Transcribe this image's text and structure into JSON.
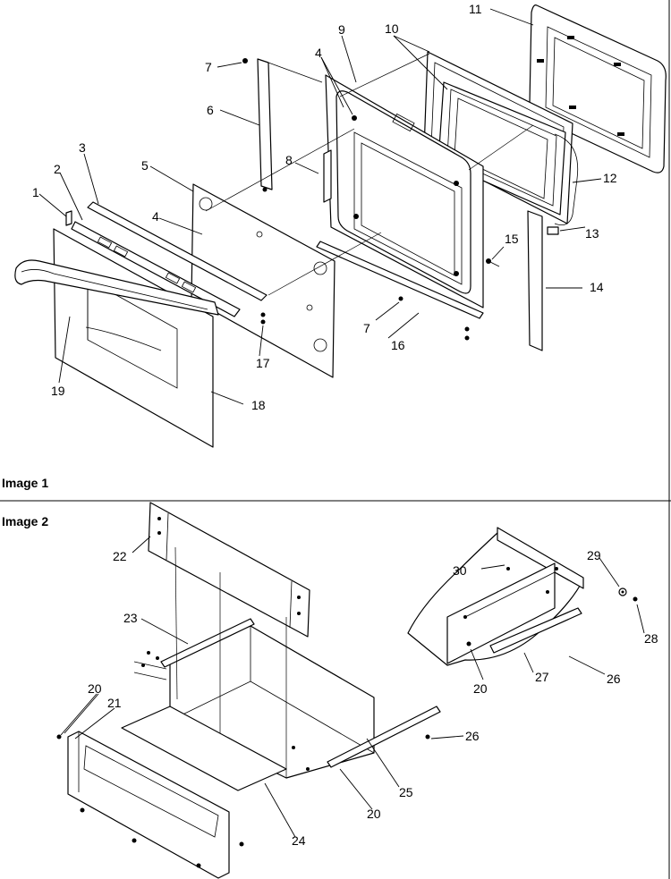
{
  "panels": [
    {
      "title": "Image 1"
    },
    {
      "title": "Image 2"
    }
  ],
  "callouts": {
    "c1": "1",
    "c2": "2",
    "c3": "3",
    "c4a": "4",
    "c4b": "4",
    "c5": "5",
    "c6": "6",
    "c7a": "7",
    "c7b": "7",
    "c8": "8",
    "c9": "9",
    "c10": "10",
    "c11": "11",
    "c12": "12",
    "c13": "13",
    "c14": "14",
    "c15": "15",
    "c16": "16",
    "c17": "17",
    "c18": "18",
    "c19": "19",
    "c20a": "20",
    "c20b": "20",
    "c20c": "20",
    "c21": "21",
    "c22": "22",
    "c23": "23",
    "c24": "24",
    "c25": "25",
    "c26a": "26",
    "c26b": "26",
    "c27": "27",
    "c28": "28",
    "c29": "29",
    "c30": "30"
  }
}
